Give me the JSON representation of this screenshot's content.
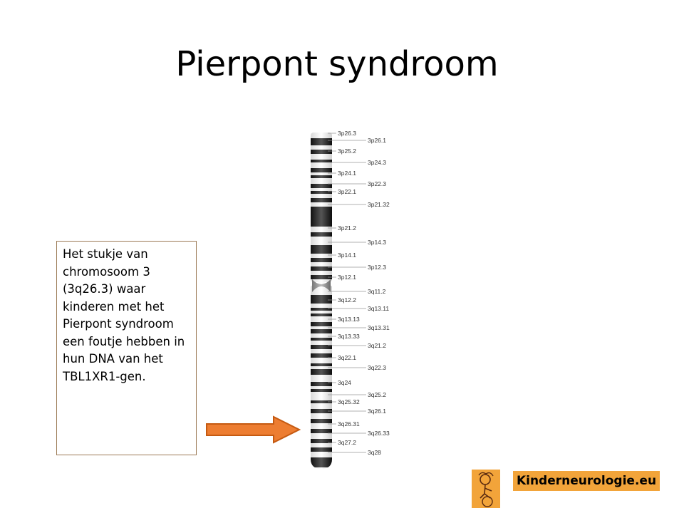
{
  "slide": {
    "title": "Pierpont syndroom",
    "description": "Het stukje van chromosoom 3 (3q26.3) waar kinderen met het Pierpont syndroom een foutje hebben in hun DNA van het TBL1XR1-gen."
  },
  "chromosome": {
    "left_labels": [
      "3p26.3",
      "3p25.2",
      "3p24.1",
      "3p22.1",
      "3p21.2",
      "3p14.1",
      "3p12.1",
      "3q12.2",
      "3q13.13",
      "3q13.33",
      "3q22.1",
      "3q24",
      "3q25.32",
      "3q26.31",
      "3q27.2"
    ],
    "right_labels": [
      "3p26.1",
      "3p24.3",
      "3p22.3",
      "3p21.32",
      "3p14.3",
      "3p12.3",
      "3q11.2",
      "3q13.11",
      "3q13.31",
      "3q21.2",
      "3q22.3",
      "3q25.2",
      "3q26.1",
      "3q26.33",
      "3q28"
    ]
  },
  "brand": {
    "logo_text": "Kinderneurologie.eu",
    "logo_color": "#f2a43a"
  },
  "colors": {
    "arrow_fill": "#ed7d31",
    "arrow_stroke": "#c55a11",
    "box_border": "#9b7a55"
  }
}
